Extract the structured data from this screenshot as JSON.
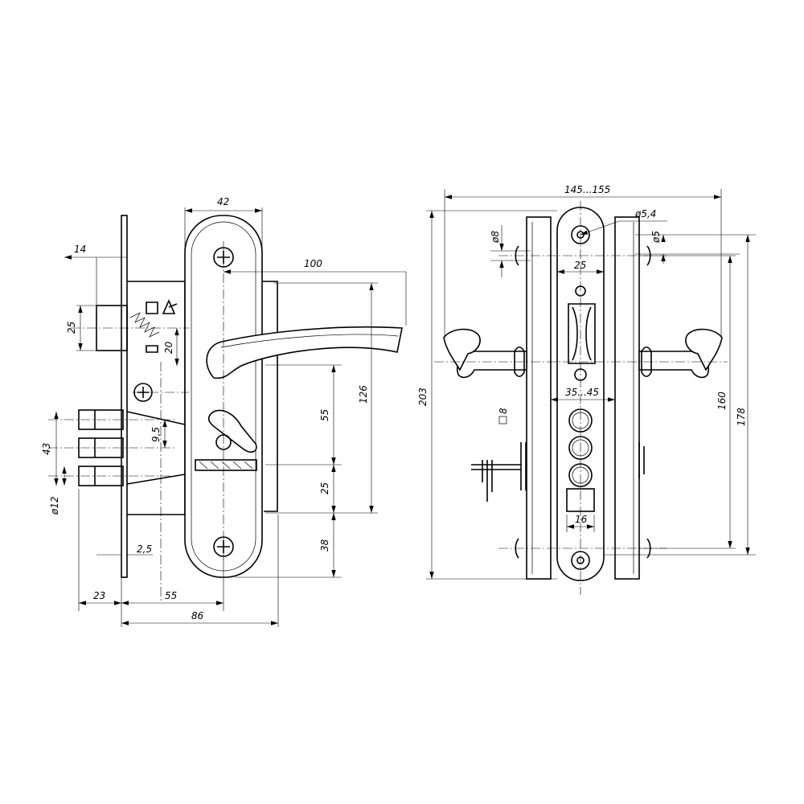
{
  "side_view": {
    "dimensions": {
      "handle_plate_width": "42",
      "bolt_offset": "14",
      "latch_height": "25",
      "handle_length": "100",
      "latch_to_handle": "20",
      "plate_total": "126",
      "spindle_to_cylinder": "55",
      "bolt_spacing": "9,5",
      "bolt_pitch": "43",
      "bolt_diameter": "ø12",
      "cylinder_to_bottom": "25",
      "bottom_to_screw": "38",
      "faceplate_thickness": "2,5",
      "bolt_throw": "23",
      "backset": "55",
      "body_depth": "86"
    }
  },
  "front_view": {
    "dimensions": {
      "door_thickness": "145...155",
      "screw_hole": "ø5,4",
      "hole_8": "ø8",
      "hole_5": "ø5",
      "plate_width": "25",
      "total_height": "203",
      "spindle_range": "35...45",
      "spindle_square": "8",
      "screw_center_distance": "160",
      "overall_height": "178",
      "cylinder_width": "16"
    }
  }
}
